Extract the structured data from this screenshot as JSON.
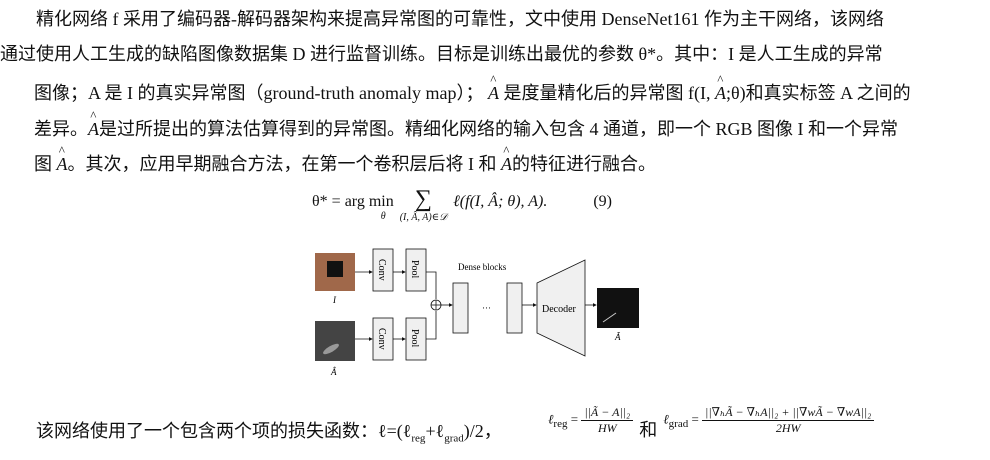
{
  "paragraph": {
    "l1": "　　精化网络 f 采用了编码器-解码器架构来提高异常图的可靠性，文中使用 DenseNet161 作为主干网络，该网络",
    "l2": "通过使用人工生成的缺陷图像数据集 D 进行监督训练。目标是训练出最优的参数 θ*。其中：I 是人工生成的异常",
    "l3a": "图像；A 是 I 的真实异常图（ground-truth anomaly map）；",
    "l3b": "A",
    "l3c": "是度量精化后的异常图 f(I, ",
    "l3d": "A",
    "l3e": ";θ)和真实标签  A 之间的",
    "l4a": "差异。",
    "l4b": "A",
    "l4c": "是过所提出的算法估算得到的异常图。精细化网络的输入包含 4 通道，即一个  RGB 图像 I 和一个异常",
    "l5a": "图",
    "l5b": "A",
    "l5c": "。其次，应用早期融合方法，在第一个卷积层后将 I 和",
    "l5d": "A",
    "l5e": "的特征进行融合。"
  },
  "equation": {
    "lhs": "θ* = arg min",
    "sub_theta": "θ",
    "sum": "∑",
    "sum_sub": "(I, Â, A)∈𝒟",
    "body": "ℓ(f(I, Â; θ), A).",
    "number": "(9)"
  },
  "figure": {
    "conv": "Conv",
    "pool": "Pool",
    "dense": "Dense blocks",
    "dots": "···",
    "decoder": "Decoder",
    "label_I": "I",
    "label_Ahat": "Â",
    "label_Atilde": "Ã"
  },
  "loss": {
    "text": "　　该网络使用了一个包含两个项的损失函数：ℓ=(ℓ",
    "reg": "reg",
    "plus": "+ℓ",
    "grad": "grad",
    "end": ")/2，",
    "lreg": "ℓ",
    "lreg_sub": "reg",
    "eq": " = ",
    "reg_num": "||Ã − A||₂",
    "reg_den": "HW",
    "and": "和",
    "lgrad": "ℓ",
    "lgrad_sub": "grad",
    "grad_num": "||∇ₕÃ − ∇ₕA||₂ + ||∇wÃ − ∇wA||₂",
    "grad_den": "2HW"
  }
}
